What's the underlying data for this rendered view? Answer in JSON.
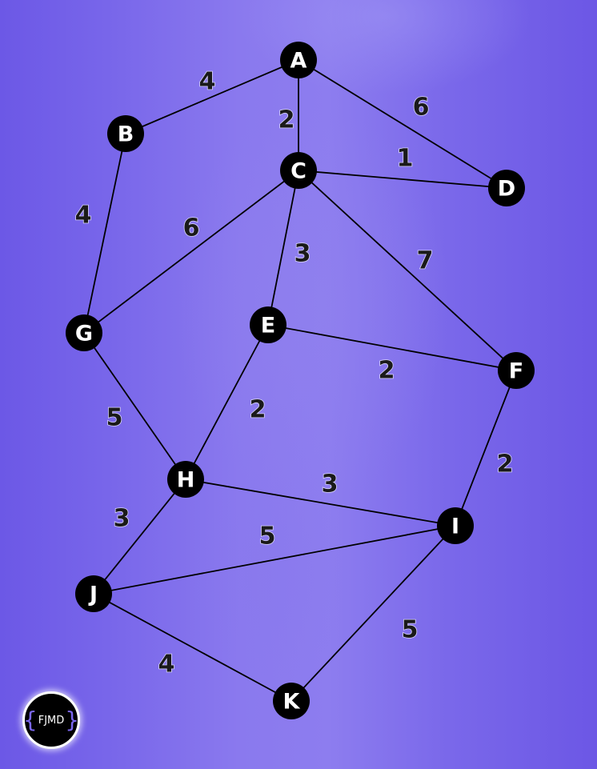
{
  "logo": {
    "left_brace": "{",
    "text": "FJMD",
    "right_brace": "}"
  },
  "graph": {
    "nodes": [
      {
        "id": "A",
        "label": "A"
      },
      {
        "id": "B",
        "label": "B"
      },
      {
        "id": "C",
        "label": "C"
      },
      {
        "id": "D",
        "label": "D"
      },
      {
        "id": "E",
        "label": "E"
      },
      {
        "id": "F",
        "label": "F"
      },
      {
        "id": "G",
        "label": "G"
      },
      {
        "id": "H",
        "label": "H"
      },
      {
        "id": "I",
        "label": "I"
      },
      {
        "id": "J",
        "label": "J"
      },
      {
        "id": "K",
        "label": "K"
      }
    ],
    "edges": [
      {
        "from": "A",
        "to": "B",
        "weight": "4"
      },
      {
        "from": "A",
        "to": "C",
        "weight": "2"
      },
      {
        "from": "A",
        "to": "D",
        "weight": "6"
      },
      {
        "from": "C",
        "to": "D",
        "weight": "1"
      },
      {
        "from": "B",
        "to": "G",
        "weight": "4"
      },
      {
        "from": "C",
        "to": "G",
        "weight": "6"
      },
      {
        "from": "C",
        "to": "E",
        "weight": "3"
      },
      {
        "from": "C",
        "to": "F",
        "weight": "7"
      },
      {
        "from": "E",
        "to": "F",
        "weight": "2"
      },
      {
        "from": "G",
        "to": "H",
        "weight": "5"
      },
      {
        "from": "E",
        "to": "H",
        "weight": "2"
      },
      {
        "from": "F",
        "to": "I",
        "weight": "2"
      },
      {
        "from": "H",
        "to": "I",
        "weight": "3"
      },
      {
        "from": "H",
        "to": "J",
        "weight": "3"
      },
      {
        "from": "J",
        "to": "I",
        "weight": "5"
      },
      {
        "from": "J",
        "to": "K",
        "weight": "4"
      },
      {
        "from": "I",
        "to": "K",
        "weight": "5"
      }
    ]
  }
}
